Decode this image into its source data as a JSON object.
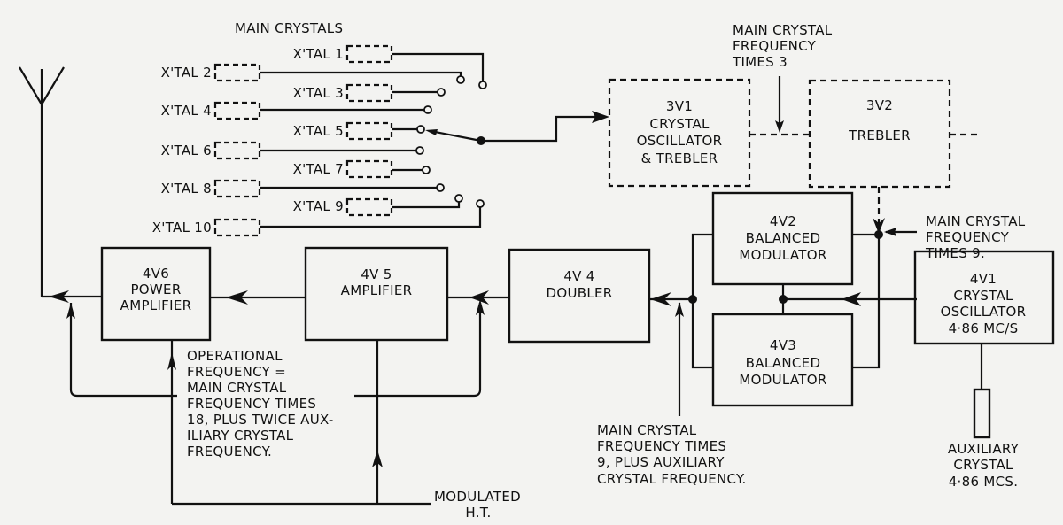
{
  "title": "MAIN CRYSTALS",
  "crystals": [
    {
      "label": "X'TAL 1"
    },
    {
      "label": "X'TAL 2"
    },
    {
      "label": "X'TAL 3"
    },
    {
      "label": "X'TAL 4"
    },
    {
      "label": "X'TAL 5"
    },
    {
      "label": "X'TAL 6"
    },
    {
      "label": "X'TAL 7"
    },
    {
      "label": "X'TAL 8"
    },
    {
      "label": "X'TAL 9"
    },
    {
      "label": "X'TAL 10"
    }
  ],
  "blocks": {
    "v3v1": {
      "lines": [
        "3V1",
        "CRYSTAL",
        "OSCILLATOR",
        "& TREBLER"
      ]
    },
    "v3v2": {
      "lines": [
        "3V2",
        "TREBLER"
      ]
    },
    "v4v1": {
      "lines": [
        "4V1",
        "CRYSTAL",
        "OSCILLATOR",
        "4·86 MC/S"
      ]
    },
    "v4v2": {
      "lines": [
        "4V2",
        "BALANCED",
        "MODULATOR"
      ]
    },
    "v4v3": {
      "lines": [
        "4V3",
        "BALANCED",
        "MODULATOR"
      ]
    },
    "v4v4": {
      "lines": [
        "4V 4",
        "DOUBLER"
      ]
    },
    "v4v5": {
      "lines": [
        "4V 5",
        "AMPLIFIER"
      ]
    },
    "v4v6": {
      "lines": [
        "4V6",
        "POWER",
        "AMPLIFIER"
      ]
    }
  },
  "annotations": {
    "times3": [
      "MAIN CRYSTAL",
      "FREQUENCY",
      "TIMES 3"
    ],
    "times9": [
      "MAIN CRYSTAL",
      "FREQUENCY",
      "TIMES 9."
    ],
    "times9_plus_aux": [
      "MAIN CRYSTAL",
      "FREQUENCY TIMES",
      "9, PLUS AUXILIARY",
      "CRYSTAL FREQUENCY."
    ],
    "operational": [
      "OPERATIONAL",
      "FREQUENCY =",
      "MAIN CRYSTAL",
      "FREQUENCY TIMES",
      "18, PLUS TWICE AUX-",
      "ILIARY CRYSTAL",
      "FREQUENCY."
    ],
    "modulated_ht": [
      "MODULATED",
      "H.T."
    ],
    "aux_crystal": [
      "AUXILIARY",
      "CRYSTAL",
      "4·86 MCS."
    ]
  }
}
